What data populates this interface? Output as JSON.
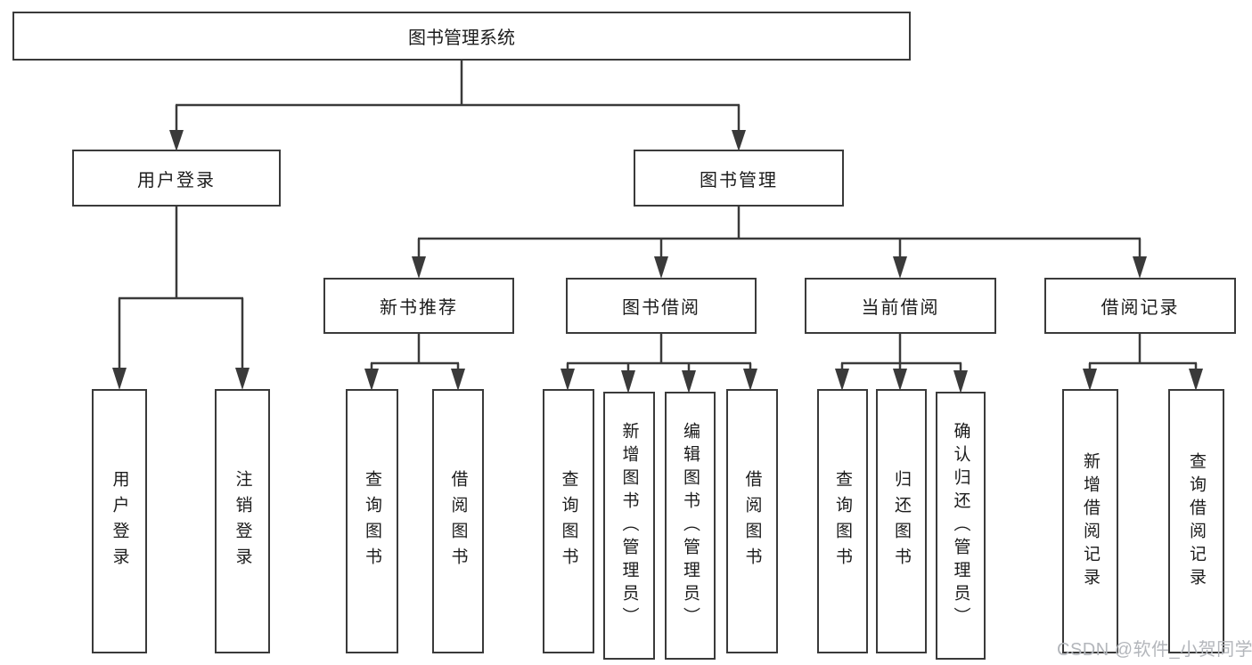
{
  "diagram": {
    "root": {
      "label": "图书管理系统"
    },
    "children": [
      {
        "label": "用户登录",
        "children": [
          {
            "label": "用户登录"
          },
          {
            "label": "注销登录"
          }
        ]
      },
      {
        "label": "图书管理",
        "children": [
          {
            "label": "新书推荐",
            "children": [
              {
                "label": "查询图书"
              },
              {
                "label": "借阅图书"
              }
            ]
          },
          {
            "label": "图书借阅",
            "children": [
              {
                "label": "查询图书"
              },
              {
                "label": "新增图书（管理员）"
              },
              {
                "label": "编辑图书（管理员）"
              },
              {
                "label": "借阅图书"
              }
            ]
          },
          {
            "label": "当前借阅",
            "children": [
              {
                "label": "查询图书"
              },
              {
                "label": "归还图书"
              },
              {
                "label": "确认归还（管理员）"
              }
            ]
          },
          {
            "label": "借阅记录",
            "children": [
              {
                "label": "新增借阅记录"
              },
              {
                "label": "查询借阅记录"
              }
            ]
          }
        ]
      }
    ]
  },
  "watermark": {
    "text": "CSDN @软件_小贺同学"
  },
  "colors": {
    "line": "#3a3a3a",
    "box_border": "#3a3a3a",
    "box_fill": "#ffffff",
    "text": "#1c1c1c",
    "watermark": "#b3b6bb",
    "background": "#ffffff"
  }
}
